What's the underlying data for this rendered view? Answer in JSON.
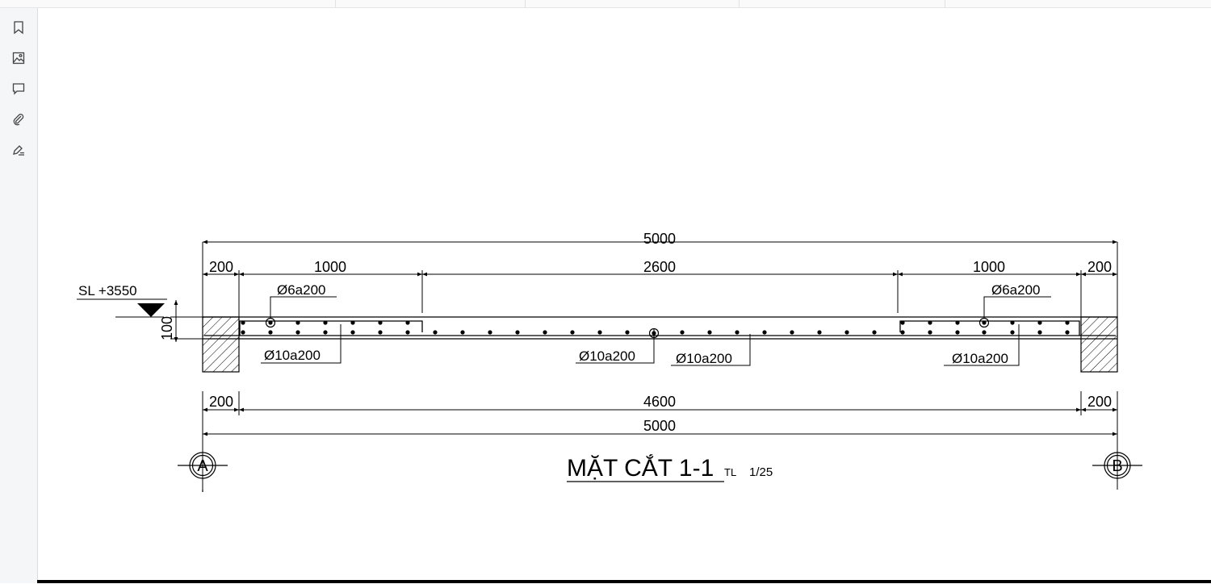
{
  "sidebar": {
    "icons": [
      "bookmark-icon",
      "image-icon",
      "comment-icon",
      "paperclip-icon",
      "signature-icon"
    ]
  },
  "drawing": {
    "dims": {
      "top_total": "5000",
      "top_left_support": "200",
      "top_left_zone": "1000",
      "top_middle": "2600",
      "top_right_zone": "1000",
      "top_right_support": "200",
      "bottom_left_support": "200",
      "bottom_clear_span": "4600",
      "bottom_right_support": "200",
      "bottom_total": "5000",
      "thickness": "100"
    },
    "level_label": "SL +3550",
    "rebar_labels": {
      "top_left": "Ø6a200",
      "top_right": "Ø6a200",
      "bottom_left": "Ø10a200",
      "bottom_mid_1": "Ø10a200",
      "bottom_mid_2": "Ø10a200",
      "bottom_right": "Ø10a200"
    },
    "axes": {
      "left": "A",
      "right": "B"
    },
    "title": "MẶT CẮT 1-1",
    "scale_prefix": "TL",
    "scale": "1/25"
  }
}
